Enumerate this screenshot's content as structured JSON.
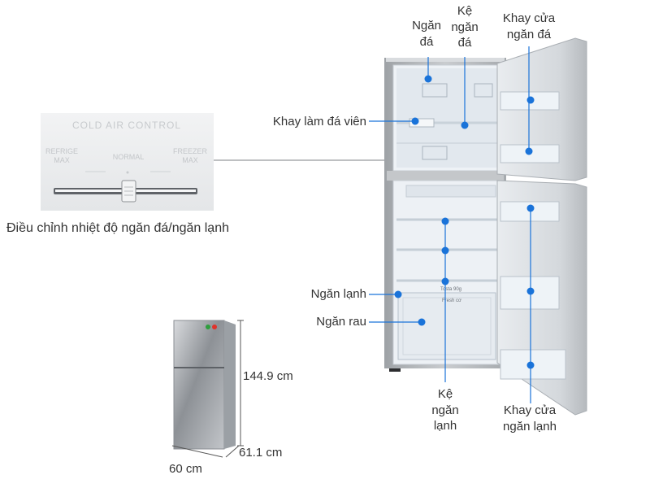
{
  "colors": {
    "marker": "#1a73d9",
    "leader": "#1a73d9",
    "text": "#333333",
    "fridge_body": "#b9bcbf",
    "interior": "#eef2f6"
  },
  "control_panel": {
    "title": "COLD AIR CONTROL",
    "left_label_1": "REFRIGE",
    "left_label_2": "MAX",
    "center_label": "NORMAL",
    "right_label_1": "FREEZER",
    "right_label_2": "MAX",
    "caption": "Điều chỉnh nhiệt độ ngăn đá/ngăn lạnh"
  },
  "labels": {
    "freezer_compartment": [
      "Ngăn",
      "đá"
    ],
    "freezer_shelf": [
      "Kệ",
      "ngăn",
      "đá"
    ],
    "freezer_door_tray": [
      "Khay cửa",
      "ngăn đá"
    ],
    "ice_tray": "Khay làm đá viên",
    "fridge_compartment": "Ngăn lạnh",
    "vegetable_drawer": "Ngăn rau",
    "fridge_shelf": [
      "Kệ",
      "ngăn",
      "lạnh"
    ],
    "fridge_door_tray": [
      "Khay cửa",
      "ngăn lạnh"
    ]
  },
  "dimensions": {
    "height": "144.9 cm",
    "depth": "61.1 cm",
    "width": "60 cm"
  },
  "interior_text": {
    "brand_tag": "Tosta 90g",
    "crisper_tag": "Fresh cơ"
  }
}
